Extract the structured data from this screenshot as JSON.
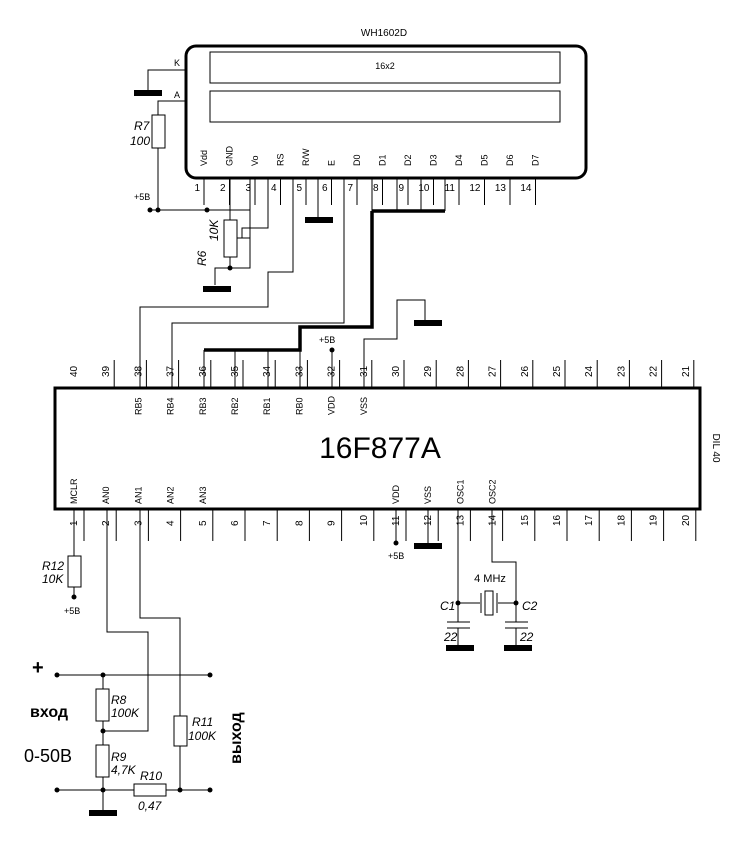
{
  "lcd": {
    "title": "WH1602D",
    "screen": "16x2",
    "k_label": "K",
    "a_label": "A",
    "pins": [
      {
        "num": "1",
        "name": "Vdd"
      },
      {
        "num": "2",
        "name": "GND"
      },
      {
        "num": "3",
        "name": "Vo"
      },
      {
        "num": "4",
        "name": "RS"
      },
      {
        "num": "5",
        "name": "R/W"
      },
      {
        "num": "6",
        "name": "E"
      },
      {
        "num": "7",
        "name": "D0"
      },
      {
        "num": "8",
        "name": "D1"
      },
      {
        "num": "9",
        "name": "D2"
      },
      {
        "num": "10",
        "name": "D3"
      },
      {
        "num": "11",
        "name": "D4"
      },
      {
        "num": "12",
        "name": "D5"
      },
      {
        "num": "13",
        "name": "D6"
      },
      {
        "num": "14",
        "name": "D7"
      }
    ]
  },
  "mcu": {
    "name": "16F877A",
    "package": "DIL 40",
    "top_numbers": [
      "40",
      "39",
      "38",
      "37",
      "36",
      "35",
      "34",
      "33",
      "32",
      "31",
      "30",
      "29",
      "28",
      "27",
      "26",
      "25",
      "24",
      "23",
      "22",
      "21"
    ],
    "top_names": [
      "",
      "",
      "RB5",
      "RB4",
      "RB3",
      "RB2",
      "RB1",
      "RB0",
      "VDD",
      "VSS",
      "",
      "",
      "",
      "",
      "",
      "",
      "",
      "",
      "",
      ""
    ],
    "bottom_numbers": [
      "1",
      "2",
      "3",
      "4",
      "5",
      "6",
      "7",
      "8",
      "9",
      "10",
      "11",
      "12",
      "13",
      "14",
      "15",
      "16",
      "17",
      "18",
      "19",
      "20"
    ],
    "bottom_names": [
      "MCLR",
      "AN0",
      "AN1",
      "AN2",
      "AN3",
      "",
      "",
      "",
      "",
      "",
      "VDD",
      "VSS",
      "OSC1",
      "OSC2",
      "",
      "",
      "",
      "",
      "",
      ""
    ]
  },
  "components": {
    "r7": {
      "name": "R7",
      "value": "100"
    },
    "r6": {
      "name": "R6",
      "value": "10K"
    },
    "r12": {
      "name": "R12",
      "value": "10K"
    },
    "r8": {
      "name": "R8",
      "value": "100K"
    },
    "r9": {
      "name": "R9",
      "value": "4,7K"
    },
    "r10": {
      "name": "R10",
      "value": "0,47"
    },
    "r11": {
      "name": "R11",
      "value": "100K"
    },
    "c1": {
      "name": "C1",
      "value": "22"
    },
    "c2": {
      "name": "C2",
      "value": "22"
    },
    "crystal": "4 MHz"
  },
  "power": {
    "vcc": "+5В"
  },
  "io": {
    "plus": "+",
    "input": "вход",
    "voltage": "0-50В",
    "output": "выход"
  }
}
